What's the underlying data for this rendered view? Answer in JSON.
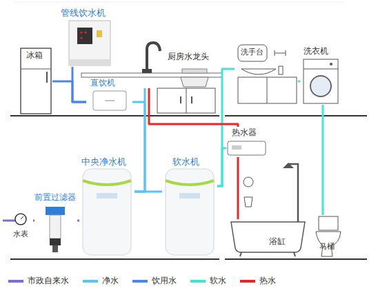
{
  "diagram": {
    "nodes": [
      {
        "text": [
          "管线饮水机"
        ]
      },
      {
        "text": [
          "冰箱"
        ]
      },
      {
        "text": [
          "厨房水龙头"
        ]
      },
      {
        "text": [
          "洗手台"
        ]
      },
      {
        "text": [
          "洗衣机"
        ]
      },
      {
        "text": [
          "直饮机"
        ]
      },
      {
        "text": [
          "热水器"
        ]
      },
      {
        "text": [
          "中央净水机"
        ]
      },
      {
        "text": [
          "软水机"
        ]
      },
      {
        "text": [
          "前置过滤器"
        ]
      },
      {
        "text": [
          "水表"
        ]
      },
      {
        "text": [
          "浴缸"
        ]
      },
      {
        "text": [
          "马桶"
        ]
      }
    ],
    "edges": [
      {
        "from": 10,
        "to": 9,
        "arrow": "none"
      },
      {
        "from": 9,
        "to": 7,
        "arrow": "none"
      },
      {
        "from": 7,
        "to": 8,
        "arrow": "none"
      },
      {
        "from": 7,
        "to": 2,
        "arrow": "none"
      },
      {
        "from": 7,
        "to": 5,
        "arrow": "none"
      },
      {
        "from": 5,
        "to": 1,
        "arrow": "none"
      },
      {
        "from": 5,
        "to": 0,
        "arrow": "none"
      },
      {
        "from": 8,
        "to": 6,
        "arrow": "none"
      },
      {
        "from": 8,
        "to": 3,
        "arrow": "none"
      },
      {
        "from": 3,
        "to": 4,
        "arrow": "none"
      },
      {
        "from": 4,
        "to": 12,
        "arrow": "none"
      },
      {
        "from": 6,
        "to": 2,
        "arrow": "none"
      },
      {
        "from": 6,
        "to": 11,
        "arrow": "none"
      }
    ],
    "legend": [
      {
        "text": "市政自来水",
        "color": "#7b6cd9"
      },
      {
        "text": "净水",
        "color": "#5bc4f0"
      },
      {
        "text": "饮用水",
        "color": "#4a86e8"
      },
      {
        "text": "软水",
        "color": "#3ee6d8"
      },
      {
        "text": "热水",
        "color": "#e8272a"
      }
    ]
  }
}
